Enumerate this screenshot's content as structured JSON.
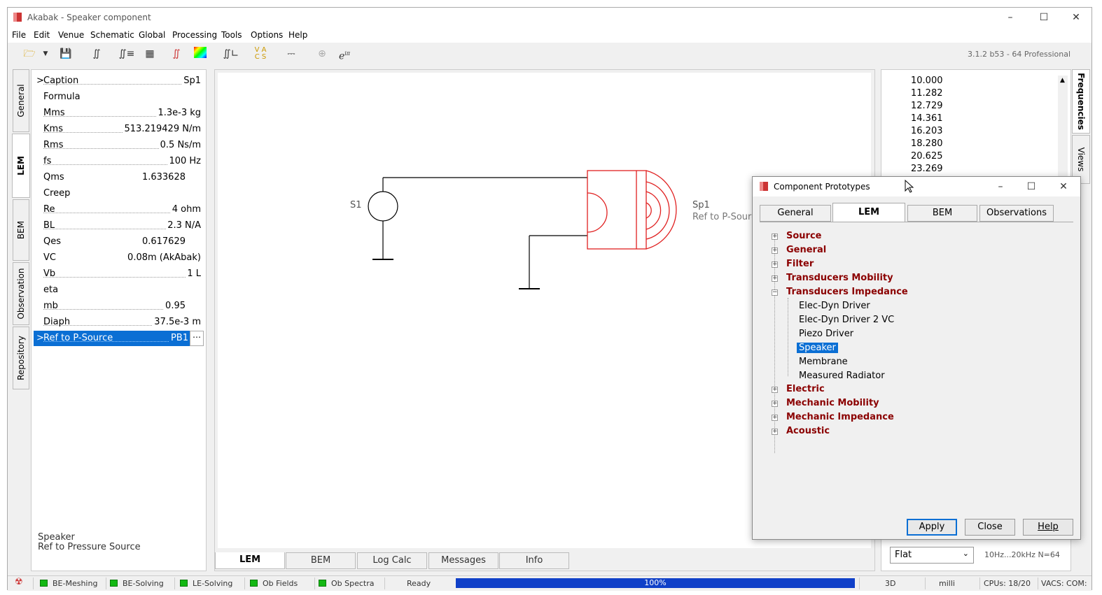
{
  "window": {
    "title": "Akabak - Speaker component"
  },
  "menu": [
    "File",
    "Edit",
    "Venue",
    "Schematic",
    "Global",
    "Processing",
    "Tools",
    "Options",
    "Help"
  ],
  "version": "3.1.2 b53 - 64 Professional",
  "left_tabs": [
    "General",
    "LEM",
    "BEM",
    "Observation",
    "Repository"
  ],
  "properties": [
    {
      "key": "Caption",
      "value": "Sp1",
      "marker": ">"
    },
    {
      "key": "Formula",
      "value": ""
    },
    {
      "key": "Mms",
      "value": "1.3e-3 kg"
    },
    {
      "key": "Kms",
      "value": "513.219429 N/m"
    },
    {
      "key": "Rms",
      "value": "0.5 Ns/m"
    },
    {
      "key": "fs",
      "value": "100 Hz"
    },
    {
      "key": "Qms",
      "value": "1.633628"
    },
    {
      "key": "Creep",
      "value": ""
    },
    {
      "key": "Re",
      "value": "4 ohm"
    },
    {
      "key": "BL",
      "value": "2.3 N/A"
    },
    {
      "key": "Qes",
      "value": "0.617629"
    },
    {
      "key": "VC",
      "value": "0.08m  (AkAbak)"
    },
    {
      "key": "Vb",
      "value": "1 L"
    },
    {
      "key": "eta",
      "value": ""
    },
    {
      "key": "mb",
      "value": "0.95"
    },
    {
      "key": "Diaph",
      "value": "37.5e-3 m"
    },
    {
      "key": "Ref to P-Source",
      "value": "PB1",
      "marker": ">",
      "selected": true
    }
  ],
  "ellipsis": "⋯",
  "description": {
    "line1": "Speaker",
    "line2": "Ref to Pressure Source"
  },
  "schematic": {
    "source_label": "S1",
    "speaker_label": "Sp1",
    "speaker_sub": "Ref to P-Source"
  },
  "bottom_tabs": [
    "LEM",
    "BEM",
    "Log Calc",
    "Messages",
    "Info"
  ],
  "frequencies": [
    "10.000",
    "11.282",
    "12.729",
    "14.361",
    "16.203",
    "18.280",
    "20.625",
    "23.269"
  ],
  "right_tabs": [
    "Frequencies",
    "Views"
  ],
  "weighting": {
    "selected": "Flat",
    "info": "10Hz...20kHz  N=64"
  },
  "status": {
    "items": [
      "BE-Meshing",
      "BE-Solving",
      "LE-Solving",
      "Ob Fields",
      "Ob Spectra"
    ],
    "ready": "Ready",
    "progress": 1.0,
    "progress_text": "100%",
    "mode": "3D",
    "unit": "milli",
    "cpus": "CPUs: 18/20",
    "vacs": "VACS: COM:"
  },
  "dialog": {
    "title": "Component Prototypes",
    "tabs": [
      "General",
      "LEM",
      "BEM",
      "Observations"
    ],
    "categories_top": [
      "Source",
      "General",
      "Filter",
      "Transducers Mobility",
      "Transducers Impedance"
    ],
    "children": [
      "Elec-Dyn Driver",
      "Elec-Dyn Driver 2 VC",
      "Piezo Driver",
      "Speaker",
      "Membrane",
      "Measured Radiator"
    ],
    "categories_bottom": [
      "Electric",
      "Mechanic Mobility",
      "Mechanic Impedance",
      "Acoustic"
    ],
    "buttons": {
      "apply": "Apply",
      "close": "Close",
      "help": "Help"
    }
  },
  "colors": {
    "selection": "#0b6fd4",
    "category": "#8b0000",
    "component": "#e02020",
    "progress": "#1040c8"
  }
}
